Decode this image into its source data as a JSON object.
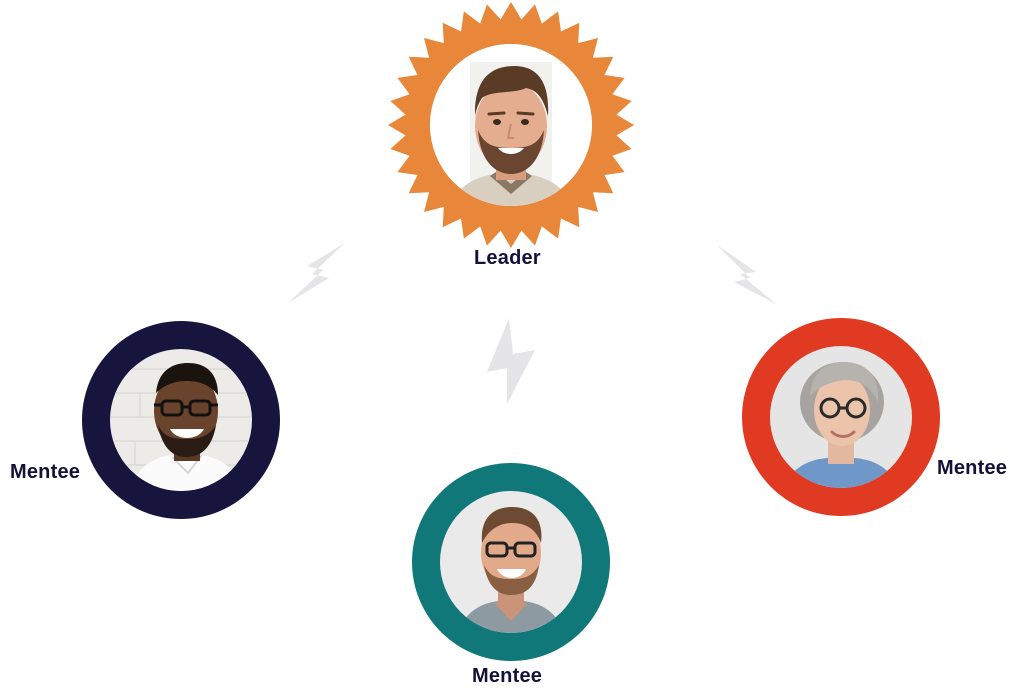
{
  "leader": {
    "label": "Leader",
    "color": "#E8873A",
    "icon": "leader-portrait"
  },
  "mentees": [
    {
      "label": "Mentee",
      "color": "#17153D",
      "icon": "mentee-portrait-glasses-smiling"
    },
    {
      "label": "Mentee",
      "color": "#11787A",
      "icon": "mentee-portrait-bearded-glasses"
    },
    {
      "label": "Mentee",
      "color": "#E03A22",
      "icon": "mentee-portrait-grey-hair-glasses"
    }
  ],
  "connector": {
    "icon": "lightning-bolt-icon",
    "color": "#E3E3E5"
  }
}
